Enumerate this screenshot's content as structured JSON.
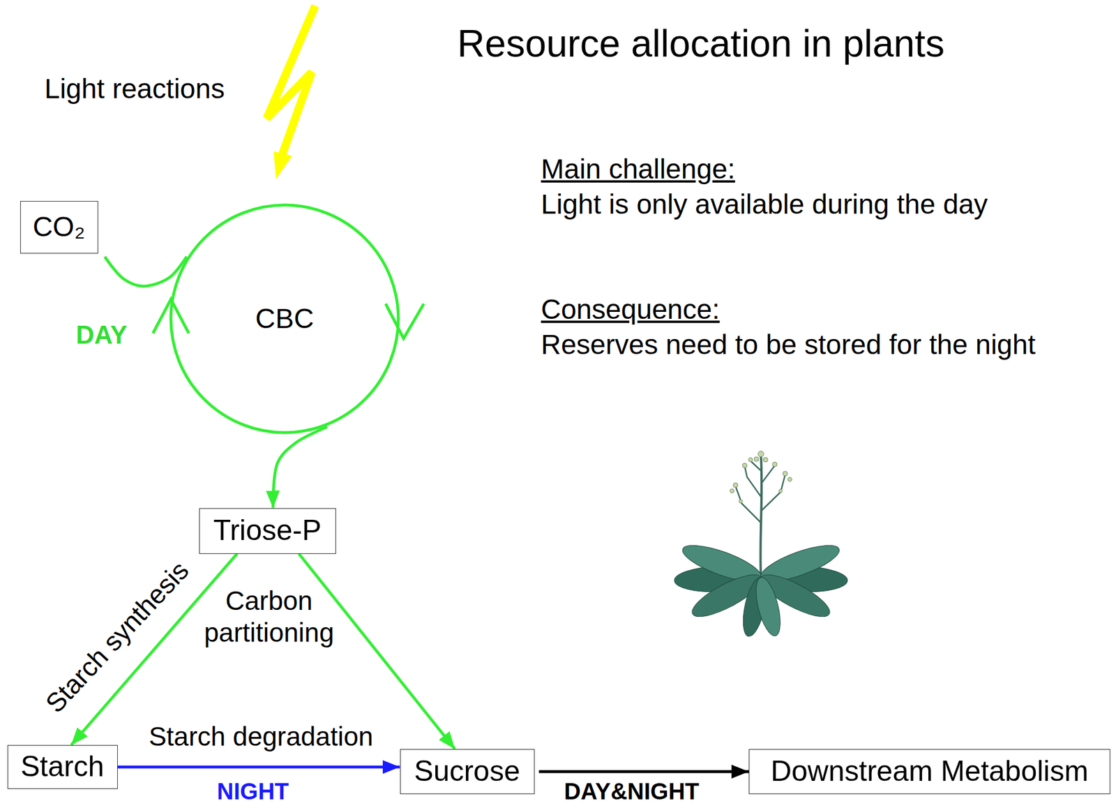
{
  "diagram": {
    "title": "Resource allocation in plants",
    "nodes": [
      {
        "text": [
          "CO₂"
        ]
      },
      {
        "text": [
          "CBC"
        ]
      },
      {
        "text": [
          "Triose-P"
        ]
      },
      {
        "text": [
          "Starch"
        ]
      },
      {
        "text": [
          "Sucrose"
        ]
      },
      {
        "text": [
          "Downstream Metabolism"
        ]
      }
    ],
    "edges": [
      {
        "from": 0,
        "to": 1,
        "arrow": "none"
      },
      {
        "from": 1,
        "to": 2,
        "arrow": "to"
      },
      {
        "from": 2,
        "to": 3,
        "label": "Starch synthesis",
        "arrow": "to"
      },
      {
        "from": 2,
        "to": 4,
        "arrow": "to"
      },
      {
        "from": 3,
        "to": 4,
        "label": "Starch degradation",
        "arrow": "to"
      },
      {
        "from": 4,
        "to": 5,
        "arrow": "to"
      }
    ],
    "labels": [
      "Light reactions",
      "DAY",
      "Carbon partitioning",
      "NIGHT",
      "DAY&NIGHT",
      "Main challenge:",
      "Light is only available during the day",
      "Consequence:",
      "Reserves need to be stored for the night"
    ]
  }
}
